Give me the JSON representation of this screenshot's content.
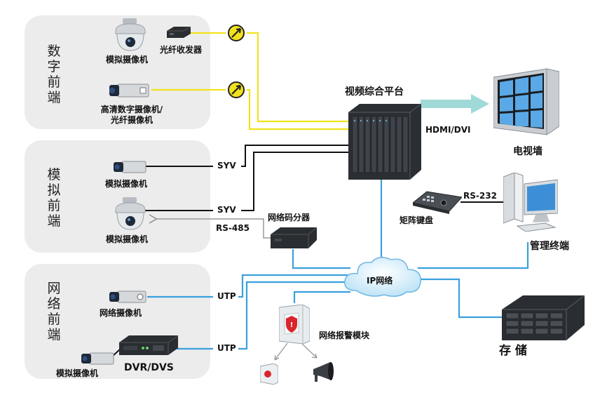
{
  "zones": {
    "digital": "数字前端",
    "analog": "模拟前端",
    "network": "网络前端"
  },
  "devices": {
    "analog_ptz_cam_1": "模拟摄像机",
    "fiber_transceiver": "光纤收发器",
    "hd_camera": "高清数字摄像机/光纤摄像机",
    "analog_cam_2": "模拟摄像机",
    "analog_ptz_cam_3": "模拟摄像机",
    "network_camera": "网络摄像机",
    "analog_cam_4": "模拟摄像机",
    "dvr": "DVR/DVS",
    "platform": "视频综合平台",
    "tv_wall": "电视墙",
    "matrix_keyboard": "矩阵键盘",
    "management_terminal": "管理终端",
    "network_decoder": "网络码分器",
    "ip_network": "IP网络",
    "storage": "存 储",
    "alarm_module": "网络报警模块"
  },
  "links": {
    "syv_1": "SYV",
    "syv_2": "SYV",
    "rs485": "RS-485",
    "hdmi_dvi": "HDMI/DVI",
    "rs232": "RS-232",
    "utp_1": "UTP",
    "utp_2": "UTP"
  },
  "colors": {
    "fiber_line": "#f2e21b",
    "coax_line": "#111111",
    "network_line": "#3aa0dc",
    "arrow": "#9fdad8",
    "zone_bg": "#ececec"
  }
}
